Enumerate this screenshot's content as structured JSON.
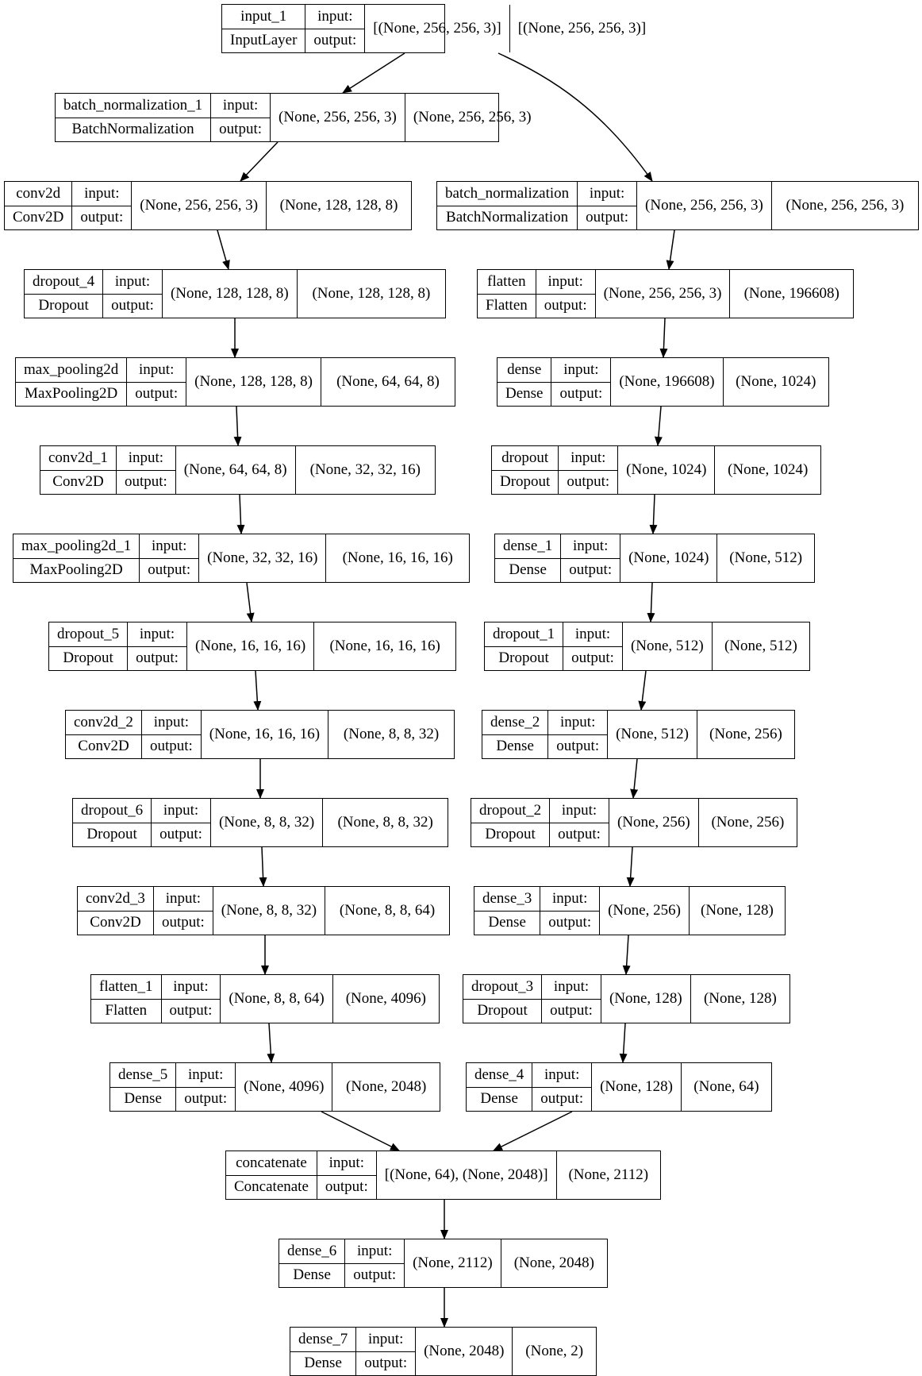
{
  "labels": {
    "input": "input:",
    "output": "output:"
  },
  "layers": [
    {
      "id": "input_1",
      "name": "input_1",
      "type": "InputLayer",
      "input": "[(None, 256, 256, 3)]",
      "output": "[(None, 256, 256, 3)]"
    },
    {
      "id": "batch_normalization_1",
      "name": "batch_normalization_1",
      "type": "BatchNormalization",
      "input": "(None, 256, 256, 3)",
      "output": "(None, 256, 256, 3)"
    },
    {
      "id": "conv2d",
      "name": "conv2d",
      "type": "Conv2D",
      "input": "(None, 256, 256, 3)",
      "output": "(None, 128, 128, 8)"
    },
    {
      "id": "batch_normalization",
      "name": "batch_normalization",
      "type": "BatchNormalization",
      "input": "(None, 256, 256, 3)",
      "output": "(None, 256, 256, 3)"
    },
    {
      "id": "dropout_4",
      "name": "dropout_4",
      "type": "Dropout",
      "input": "(None, 128, 128, 8)",
      "output": "(None, 128, 128, 8)"
    },
    {
      "id": "flatten",
      "name": "flatten",
      "type": "Flatten",
      "input": "(None, 256, 256, 3)",
      "output": "(None, 196608)"
    },
    {
      "id": "max_pooling2d",
      "name": "max_pooling2d",
      "type": "MaxPooling2D",
      "input": "(None, 128, 128, 8)",
      "output": "(None, 64, 64, 8)"
    },
    {
      "id": "dense",
      "name": "dense",
      "type": "Dense",
      "input": "(None, 196608)",
      "output": "(None, 1024)"
    },
    {
      "id": "conv2d_1",
      "name": "conv2d_1",
      "type": "Conv2D",
      "input": "(None, 64, 64, 8)",
      "output": "(None, 32, 32, 16)"
    },
    {
      "id": "dropout",
      "name": "dropout",
      "type": "Dropout",
      "input": "(None, 1024)",
      "output": "(None, 1024)"
    },
    {
      "id": "max_pooling2d_1",
      "name": "max_pooling2d_1",
      "type": "MaxPooling2D",
      "input": "(None, 32, 32, 16)",
      "output": "(None, 16, 16, 16)"
    },
    {
      "id": "dense_1",
      "name": "dense_1",
      "type": "Dense",
      "input": "(None, 1024)",
      "output": "(None, 512)"
    },
    {
      "id": "dropout_5",
      "name": "dropout_5",
      "type": "Dropout",
      "input": "(None, 16, 16, 16)",
      "output": "(None, 16, 16, 16)"
    },
    {
      "id": "dropout_1",
      "name": "dropout_1",
      "type": "Dropout",
      "input": "(None, 512)",
      "output": "(None, 512)"
    },
    {
      "id": "conv2d_2",
      "name": "conv2d_2",
      "type": "Conv2D",
      "input": "(None, 16, 16, 16)",
      "output": "(None, 8, 8, 32)"
    },
    {
      "id": "dense_2",
      "name": "dense_2",
      "type": "Dense",
      "input": "(None, 512)",
      "output": "(None, 256)"
    },
    {
      "id": "dropout_6",
      "name": "dropout_6",
      "type": "Dropout",
      "input": "(None, 8, 8, 32)",
      "output": "(None, 8, 8, 32)"
    },
    {
      "id": "dropout_2",
      "name": "dropout_2",
      "type": "Dropout",
      "input": "(None, 256)",
      "output": "(None, 256)"
    },
    {
      "id": "conv2d_3",
      "name": "conv2d_3",
      "type": "Conv2D",
      "input": "(None, 8, 8, 32)",
      "output": "(None, 8, 8, 64)"
    },
    {
      "id": "dense_3",
      "name": "dense_3",
      "type": "Dense",
      "input": "(None, 256)",
      "output": "(None, 128)"
    },
    {
      "id": "flatten_1",
      "name": "flatten_1",
      "type": "Flatten",
      "input": "(None, 8, 8, 64)",
      "output": "(None, 4096)"
    },
    {
      "id": "dropout_3",
      "name": "dropout_3",
      "type": "Dropout",
      "input": "(None, 128)",
      "output": "(None, 128)"
    },
    {
      "id": "dense_5",
      "name": "dense_5",
      "type": "Dense",
      "input": "(None, 4096)",
      "output": "(None, 2048)"
    },
    {
      "id": "dense_4",
      "name": "dense_4",
      "type": "Dense",
      "input": "(None, 128)",
      "output": "(None, 64)"
    },
    {
      "id": "concatenate",
      "name": "concatenate",
      "type": "Concatenate",
      "input": "[(None, 64), (None, 2048)]",
      "output": "(None, 2112)"
    },
    {
      "id": "dense_6",
      "name": "dense_6",
      "type": "Dense",
      "input": "(None, 2112)",
      "output": "(None, 2048)"
    },
    {
      "id": "dense_7",
      "name": "dense_7",
      "type": "Dense",
      "input": "(None, 2048)",
      "output": "(None, 2)"
    }
  ],
  "edges": [
    [
      "input_1",
      "batch_normalization_1"
    ],
    [
      "input_1",
      "batch_normalization"
    ],
    [
      "batch_normalization_1",
      "conv2d"
    ],
    [
      "conv2d",
      "dropout_4"
    ],
    [
      "dropout_4",
      "max_pooling2d"
    ],
    [
      "max_pooling2d",
      "conv2d_1"
    ],
    [
      "conv2d_1",
      "max_pooling2d_1"
    ],
    [
      "max_pooling2d_1",
      "dropout_5"
    ],
    [
      "dropout_5",
      "conv2d_2"
    ],
    [
      "conv2d_2",
      "dropout_6"
    ],
    [
      "dropout_6",
      "conv2d_3"
    ],
    [
      "conv2d_3",
      "flatten_1"
    ],
    [
      "flatten_1",
      "dense_5"
    ],
    [
      "batch_normalization",
      "flatten"
    ],
    [
      "flatten",
      "dense"
    ],
    [
      "dense",
      "dropout"
    ],
    [
      "dropout",
      "dense_1"
    ],
    [
      "dense_1",
      "dropout_1"
    ],
    [
      "dropout_1",
      "dense_2"
    ],
    [
      "dense_2",
      "dropout_2"
    ],
    [
      "dropout_2",
      "dense_3"
    ],
    [
      "dense_3",
      "dropout_3"
    ],
    [
      "dropout_3",
      "dense_4"
    ],
    [
      "dense_5",
      "concatenate"
    ],
    [
      "dense_4",
      "concatenate"
    ],
    [
      "concatenate",
      "dense_6"
    ],
    [
      "dense_6",
      "dense_7"
    ]
  ]
}
